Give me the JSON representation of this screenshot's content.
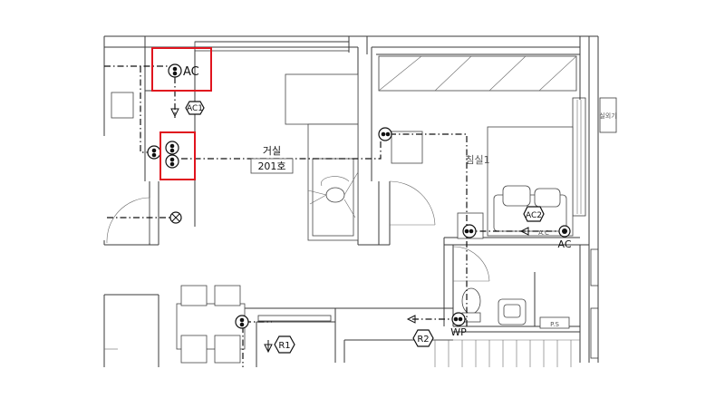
{
  "rooms": {
    "living_name": "거실",
    "living_unit": "201호",
    "bedroom_name": "침실1"
  },
  "tags": {
    "ac1": "AC1",
    "ac2": "AC2",
    "r1": "R1",
    "r2": "R2"
  },
  "units": {
    "ac_top": "AC",
    "ac_right": "AC",
    "wp": "WP",
    "ps": "P.S",
    "ac_small": "A.C",
    "side_note": "실외기"
  },
  "colors": {
    "highlight": "#e0141e",
    "line": "#111111",
    "wall": "#3a3a3a"
  }
}
